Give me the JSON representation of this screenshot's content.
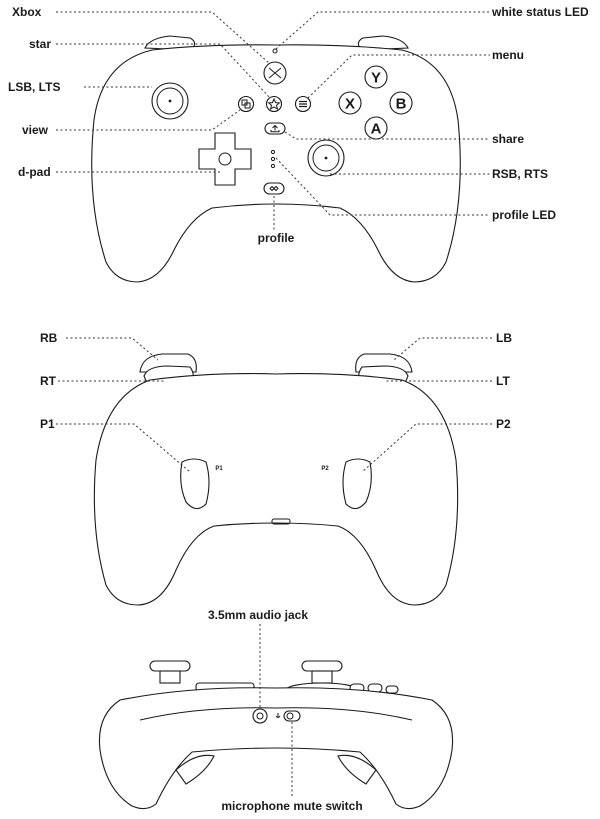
{
  "front_view": {
    "labels": {
      "xbox": "Xbox",
      "star": "star",
      "lsb_lts": "LSB, LTS",
      "view": "view",
      "dpad": "d-pad",
      "white_status_led": "white status LED",
      "menu": "menu",
      "share": "share",
      "rsb_rts": "RSB, RTS",
      "profile_led": "profile LED",
      "profile": "profile"
    },
    "face_buttons": {
      "y": "Y",
      "x": "X",
      "b": "B",
      "a": "A"
    }
  },
  "back_view": {
    "labels": {
      "rb": "RB",
      "rt": "RT",
      "p1": "P1",
      "lb": "LB",
      "lt": "LT",
      "p2": "P2"
    },
    "paddle_marks": {
      "p1": "P1",
      "p2": "P2"
    }
  },
  "bottom_view": {
    "labels": {
      "audio_jack": "3.5mm audio jack",
      "mic_switch": "microphone mute switch"
    }
  }
}
